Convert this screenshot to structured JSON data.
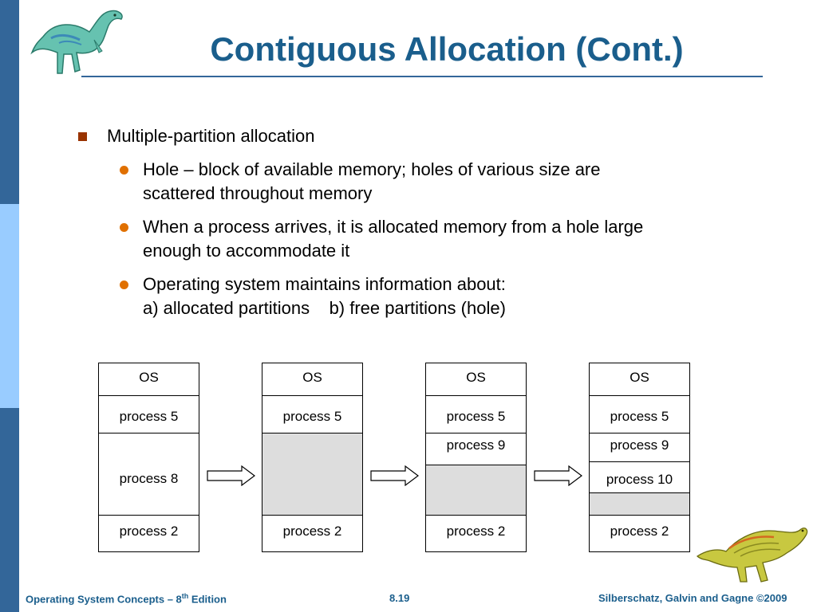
{
  "slide": {
    "title": "Contiguous Allocation (Cont.)",
    "bullet": "Multiple-partition allocation",
    "sub_bullets": [
      {
        "lines": [
          "Hole – block of available memory; holes of various size are",
          "scattered throughout memory"
        ]
      },
      {
        "lines": [
          "When a process arrives, it is allocated memory from a hole large",
          "enough to accommodate it"
        ]
      },
      {
        "lines": [
          "Operating system maintains information about:",
          "a) allocated partitions    b) free partitions (hole)"
        ]
      }
    ]
  },
  "diagram": {
    "columns": [
      {
        "cells": [
          "OS",
          "process 5",
          "process 8",
          "process 2"
        ]
      },
      {
        "cells": [
          "OS",
          "process 5",
          "",
          "process 2"
        ]
      },
      {
        "cells": [
          "OS",
          "process 5",
          "process 9",
          "",
          "process 2"
        ]
      },
      {
        "cells": [
          "OS",
          "process 5",
          "process 9",
          "process 10",
          "",
          "process 2"
        ]
      }
    ]
  },
  "footer": {
    "left_main": "Operating System Concepts – 8",
    "left_sup": "th",
    "left_tail": " Edition",
    "center": "8.19",
    "right": "Silberschatz, Galvin and Gagne ©2009"
  },
  "colors": {
    "title": "#1a5e8c",
    "sidebar_dark": "#336699",
    "sidebar_light": "#99ccff",
    "bullet_square": "#993300",
    "bullet_dot": "#e07000",
    "hole_fill": "#dddddd"
  }
}
